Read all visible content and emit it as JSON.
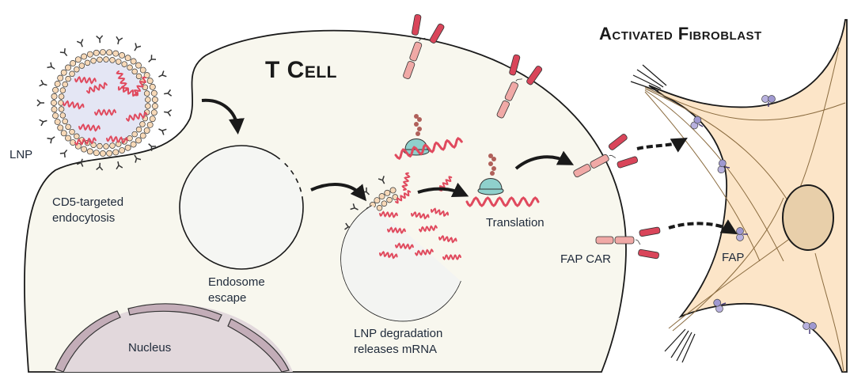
{
  "figure": {
    "type": "biological-schematic",
    "description": "CD5-targeted LNP delivery of mRNA into T cells producing FAP CAR that targets activated fibroblasts"
  },
  "titles": {
    "t_cell": "T Cell",
    "fibroblast": "Activated Fibroblast"
  },
  "labels": {
    "lnp": "LNP",
    "endocytosis_line1": "CD5-targeted",
    "endocytosis_line2": "endocytosis",
    "endosome_line1": "Endosome",
    "endosome_line2": "escape",
    "degradation_line1": "LNP degradation",
    "degradation_line2": "releases mRNA",
    "translation": "Translation",
    "fap_car": "FAP CAR",
    "fap": "FAP",
    "nucleus": "Nucleus"
  },
  "process_steps": [
    "CD5-targeted endocytosis",
    "Endosome escape",
    "LNP degradation releases mRNA",
    "Translation",
    "FAP CAR expression",
    "FAP CAR binds FAP on activated fibroblast"
  ],
  "colors": {
    "t_cell_fill": "#f8f7ee",
    "lnp_core": "#e4e6f4",
    "lipid_head": "#f7d9b8",
    "mrna": "#e04a5e",
    "ribosome": "#8fd0cc",
    "peptide": "#b0605a",
    "car_scfv": "#d9455a",
    "car_hinge": "#f0a9a6",
    "fap": "#9f98d0",
    "fibroblast_fill": "#fce5c8",
    "fibroblast_nucleus": "#e8cfaa",
    "nucleus_fill": "#e2d8dc",
    "nuclear_envelope": "#c3adb8",
    "outline": "#1a1a1a"
  }
}
